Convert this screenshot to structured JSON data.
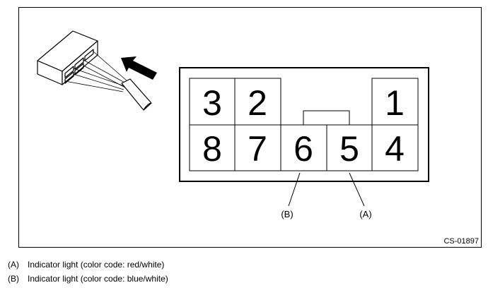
{
  "figure": {
    "code": "CS-01897",
    "pins": {
      "p1": "1",
      "p2": "2",
      "p3": "3",
      "p4": "4",
      "p5": "5",
      "p6": "6",
      "p7": "7",
      "p8": "8"
    },
    "callouts": {
      "a": "(A)",
      "b": "(B)"
    }
  },
  "legend": [
    {
      "key": "(A)",
      "text": "Indicator light (color code: red/white)"
    },
    {
      "key": "(B)",
      "text": "Indicator light (color code: blue/white)"
    }
  ]
}
